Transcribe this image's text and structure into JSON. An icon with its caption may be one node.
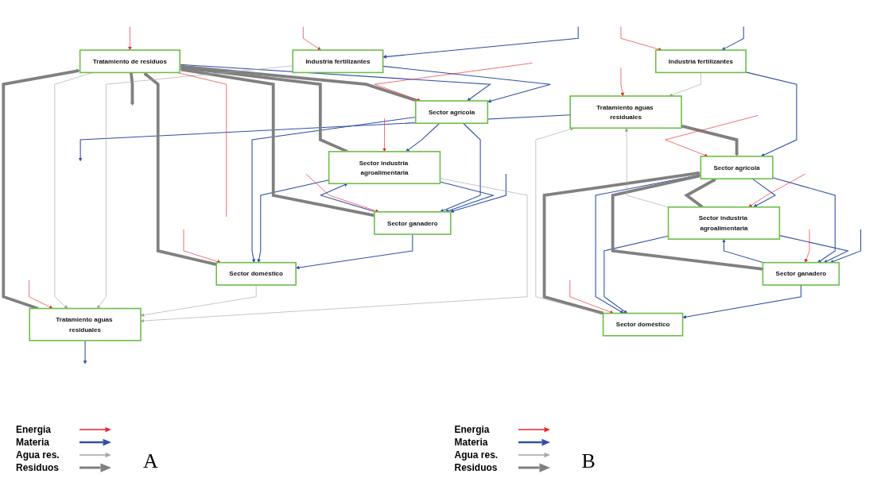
{
  "diagram": {
    "nodes": [
      {
        "text": [
          "Sector ganadero"
        ]
      },
      {
        "text": [
          "Sector industria agroalimentaria"
        ]
      },
      {
        "text": [
          "Sector agrícola"
        ]
      },
      {
        "text": [
          "Sector doméstico"
        ]
      },
      {
        "text": [
          "Industria fertilizantes"
        ]
      },
      {
        "text": [
          "Tratamiento aguas residuales"
        ]
      },
      {
        "text": [
          "Sector ganadero"
        ]
      },
      {
        "text": [
          "Sector industria agroalimentaria"
        ]
      },
      {
        "text": [
          "Sector agrícola"
        ]
      },
      {
        "text": [
          "Sector doméstico"
        ]
      },
      {
        "text": [
          "Industria fertilizantes"
        ]
      },
      {
        "text": [
          "Tratamiento aguas residuales"
        ]
      },
      {
        "text": [
          "Tratamiento de residuos"
        ]
      }
    ],
    "edges": [
      {
        "from": null,
        "to": 0,
        "arrow": "to"
      },
      {
        "from": 1,
        "to": 0,
        "arrow": "to"
      },
      {
        "from": 0,
        "to": 1,
        "arrow": "to"
      },
      {
        "from": 0,
        "to": 3,
        "arrow": "to"
      },
      {
        "from": 2,
        "to": 1,
        "arrow": "to"
      },
      {
        "from": 1,
        "to": 3,
        "arrow": "to"
      },
      {
        "from": 2,
        "to": 0,
        "arrow": "to"
      },
      {
        "from": 2,
        "to": 3,
        "arrow": "to"
      },
      {
        "from": 4,
        "to": 2,
        "arrow": "to"
      },
      {
        "from": null,
        "to": 4,
        "arrow": "to"
      },
      {
        "from": 5,
        "to": null,
        "arrow": "to"
      },
      {
        "from": 0,
        "to": 2,
        "arrow": "to",
        "style": "thick",
        "color": "#808080"
      },
      {
        "from": 1,
        "to": 2,
        "arrow": "to",
        "style": "thick",
        "color": "#808080"
      },
      {
        "from": 3,
        "to": 2,
        "arrow": "to",
        "style": "thick",
        "color": "#808080"
      },
      {
        "from": 5,
        "to": 2,
        "arrow": "to",
        "style": "thick",
        "color": "#808080"
      },
      {
        "from": 1,
        "to": 5,
        "arrow": "to",
        "color": "#a6a6a6"
      },
      {
        "from": 3,
        "to": 5,
        "arrow": "to",
        "color": "#a6a6a6"
      },
      {
        "from": 4,
        "to": 5,
        "arrow": "to",
        "color": "#a6a6a6"
      },
      {
        "from": null,
        "to": 0,
        "arrow": "to",
        "color": "#e8232a"
      },
      {
        "from": null,
        "to": 2,
        "arrow": "to",
        "color": "#e8232a"
      },
      {
        "from": null,
        "to": 4,
        "arrow": "to",
        "color": "#e8232a"
      },
      {
        "from": null,
        "to": 1,
        "arrow": "to",
        "color": "#e8232a"
      },
      {
        "from": null,
        "to": 3,
        "arrow": "to",
        "color": "#e8232a"
      },
      {
        "from": null,
        "to": 5,
        "arrow": "to",
        "color": "#e8232a"
      },
      {
        "from": null,
        "to": 6,
        "arrow": "to"
      },
      {
        "from": 7,
        "to": 6,
        "arrow": "to"
      },
      {
        "from": 6,
        "to": 7,
        "arrow": "to"
      },
      {
        "from": 6,
        "to": 9,
        "arrow": "to"
      },
      {
        "from": 8,
        "to": 7,
        "arrow": "to"
      },
      {
        "from": 7,
        "to": 9,
        "arrow": "to"
      },
      {
        "from": 8,
        "to": 6,
        "arrow": "to"
      },
      {
        "from": 8,
        "to": 9,
        "arrow": "to"
      },
      {
        "from": 10,
        "to": 8,
        "arrow": "to"
      },
      {
        "from": null,
        "to": 10,
        "arrow": "to"
      },
      {
        "from": 11,
        "to": null,
        "arrow": "to"
      },
      {
        "from": 12,
        "to": 8,
        "arrow": "to"
      },
      {
        "from": 6,
        "to": 12,
        "arrow": "to",
        "style": "thick",
        "color": "#808080"
      },
      {
        "from": 8,
        "to": 12,
        "arrow": "to",
        "style": "thick",
        "color": "#808080"
      },
      {
        "from": 7,
        "to": 12,
        "arrow": "to",
        "style": "thick",
        "color": "#808080"
      },
      {
        "from": 9,
        "to": 12,
        "arrow": "to",
        "style": "thick",
        "color": "#808080"
      },
      {
        "from": 11,
        "to": 12,
        "arrow": "to",
        "style": "thick",
        "color": "#808080"
      },
      {
        "from": 12,
        "to": null,
        "arrow": "to",
        "style": "thick",
        "color": "#808080"
      },
      {
        "from": 7,
        "to": 11,
        "arrow": "to",
        "color": "#a6a6a6"
      },
      {
        "from": 9,
        "to": 11,
        "arrow": "to",
        "color": "#a6a6a6"
      },
      {
        "from": 10,
        "to": 11,
        "arrow": "to",
        "color": "#a6a6a6"
      },
      {
        "from": 12,
        "to": 11,
        "arrow": "to",
        "color": "#a6a6a6"
      },
      {
        "from": null,
        "to": 6,
        "arrow": "to",
        "color": "#e8232a"
      },
      {
        "from": null,
        "to": 8,
        "arrow": "to",
        "color": "#e8232a"
      },
      {
        "from": null,
        "to": 10,
        "arrow": "to",
        "color": "#e8232a"
      },
      {
        "from": null,
        "to": 7,
        "arrow": "to",
        "color": "#e8232a"
      },
      {
        "from": null,
        "to": 9,
        "arrow": "to",
        "color": "#e8232a"
      },
      {
        "from": null,
        "to": 11,
        "arrow": "to",
        "color": "#e8232a"
      },
      {
        "from": 12,
        "to": null,
        "arrow": "none",
        "color": "#e8232a"
      },
      {
        "from": null,
        "to": 12,
        "arrow": "to",
        "color": "#e8232a"
      }
    ],
    "labels": [
      "A",
      "B"
    ],
    "legend": [
      {
        "text": "Energia"
      },
      {
        "text": "Materia"
      },
      {
        "text": "Agua res."
      },
      {
        "text": "Residuos"
      },
      {
        "text": "Energia"
      },
      {
        "text": "Materia"
      },
      {
        "text": "Agua res."
      },
      {
        "text": "Residuos"
      }
    ]
  }
}
